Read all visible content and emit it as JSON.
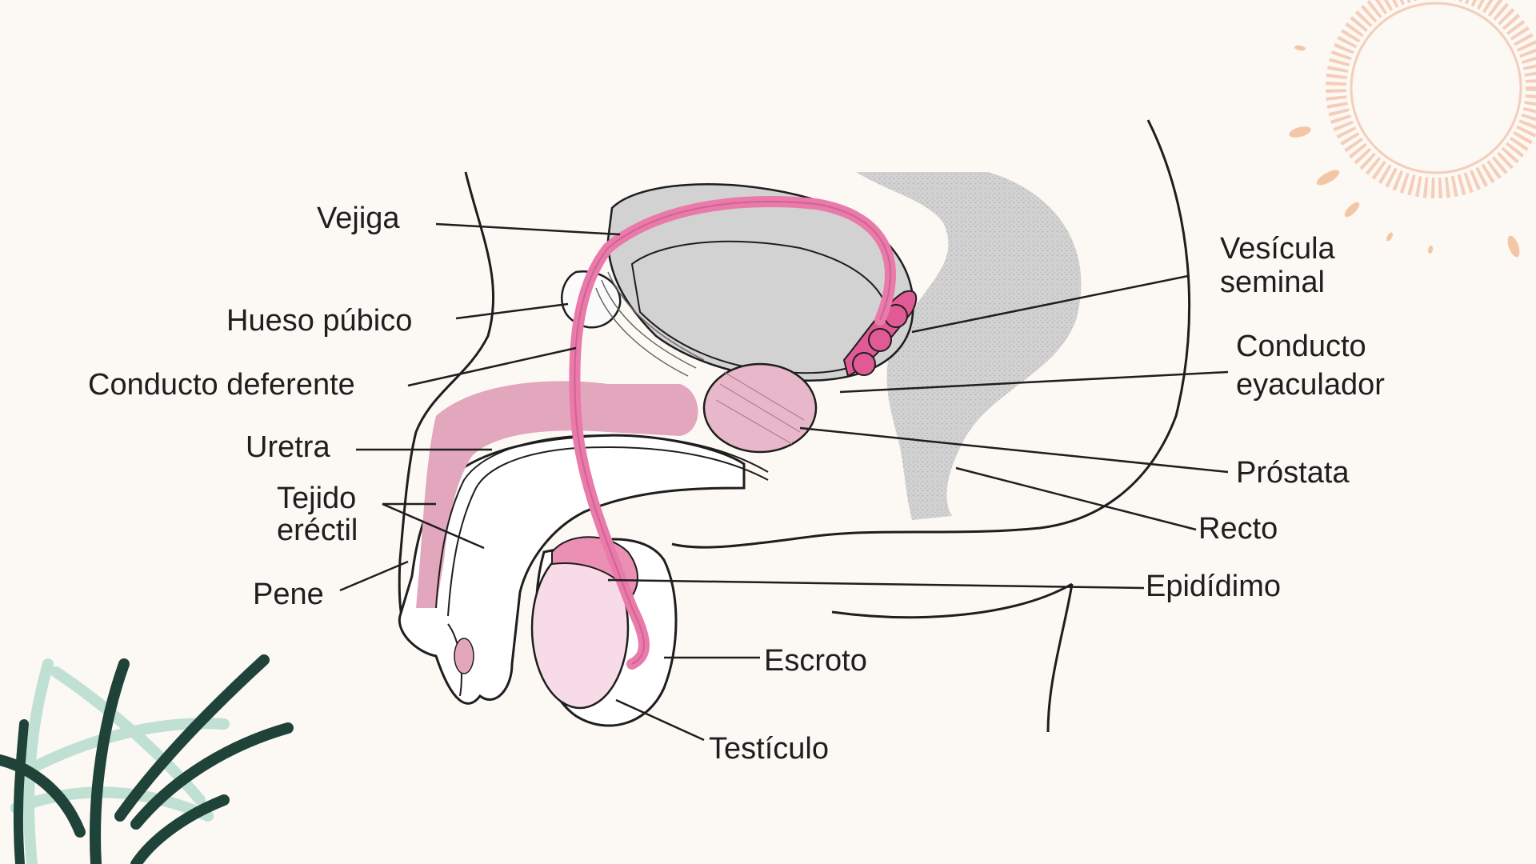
{
  "colors": {
    "background": "#fcf8f4",
    "organ_gray": "#d2d2d2",
    "duct_pink": "#e97aaa",
    "tissue_pink": "#e2a6bd",
    "testicle_pink": "#f7dbe6",
    "seminal_pink": "#e25a95",
    "line": "#1e1e1e",
    "sun_peach": "#f5cdb8",
    "leaf_dark": "#1f4239",
    "leaf_light": "#bfe0d3"
  },
  "icons": [
    "sun-decoration-icon",
    "leaf-decoration-icon"
  ],
  "labels": {
    "vejiga": "Vejiga",
    "hueso_pubico": "Hueso púbico",
    "conducto_deferente": "Conducto deferente",
    "uretra": "Uretra",
    "tejido_erectil_1": "Tejido",
    "tejido_erectil_2": "eréctil",
    "pene": "Pene",
    "vesicula_1": "Vesícula",
    "vesicula_2": "seminal",
    "conducto_eyac_1": "Conducto",
    "conducto_eyac_2": "eyaculador",
    "prostata": "Próstata",
    "recto": "Recto",
    "epididimo": "Epidídimo",
    "escroto": "Escroto",
    "testiculo": "Testículo"
  }
}
